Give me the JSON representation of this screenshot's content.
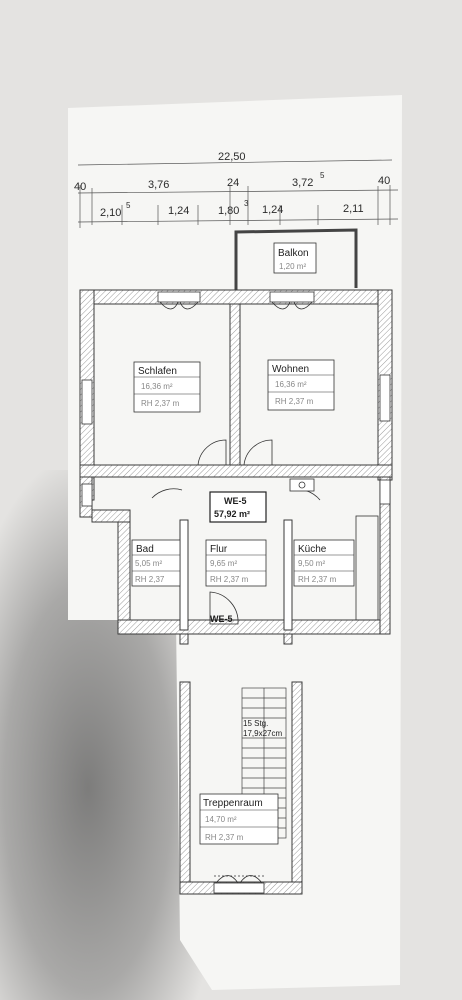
{
  "dimensions": {
    "total": "22,50",
    "row1": [
      "40",
      "3,76",
      "24",
      "3,72",
      "5",
      "40"
    ],
    "row2": [
      "2,10",
      "5",
      "1,24",
      "1,80",
      "3",
      "1,24",
      "2,11"
    ]
  },
  "unit": {
    "label": "WE-5",
    "area": "57,92 m²",
    "entry_label": "WE-5"
  },
  "rooms": {
    "balkon": {
      "name": "Balkon",
      "area": "1,20 m²"
    },
    "schlafen": {
      "name": "Schlafen",
      "area": "16,36 m²",
      "height": "RH 2,37 m"
    },
    "wohnen": {
      "name": "Wohnen",
      "area": "16,36 m²",
      "height": "RH 2,37 m"
    },
    "bad": {
      "name": "Bad",
      "area": "5,05 m²",
      "height": "RH 2,37"
    },
    "flur": {
      "name": "Flur",
      "area": "9,65 m²",
      "height": "RH 2,37 m"
    },
    "kueche": {
      "name": "Küche",
      "area": "9,50 m²",
      "height": "RH 2,37 m"
    },
    "treppenraum": {
      "name": "Treppenraum",
      "area": "14,70 m²",
      "height": "RH 2,37 m"
    }
  },
  "stairs": {
    "steps": "15 Stg.",
    "size": "17,9x27cm"
  },
  "colors": {
    "paper": "#f6f6f4",
    "background": "#e4e3e1",
    "walls": "#3a3a3a",
    "hatch": "#8a8a8a"
  }
}
